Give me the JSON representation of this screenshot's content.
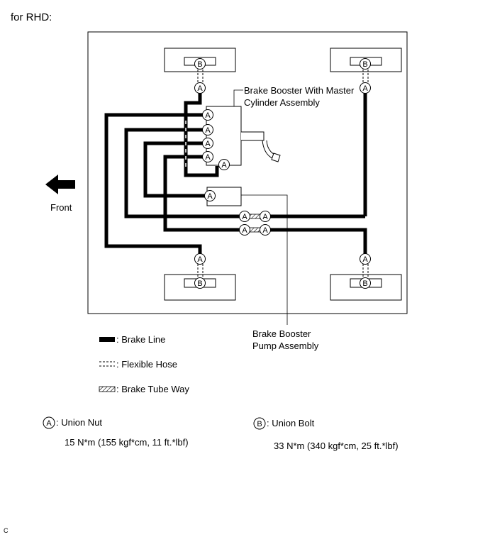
{
  "heading": "for RHD:",
  "direction": {
    "label": "Front"
  },
  "callouts": {
    "booster_line1": "Brake Booster With Master",
    "booster_line2": "Cylinder Assembly",
    "pump_line1": "Brake Booster",
    "pump_line2": "Pump Assembly"
  },
  "markers": {
    "union_nut": "A",
    "union_bolt": "B"
  },
  "legend": {
    "brake_line": ": Brake Line",
    "flexible_hose": ": Flexible Hose",
    "brake_tube_way": ": Brake Tube Way"
  },
  "torque": {
    "union_nut_label": ": Union Nut",
    "union_nut_value": "15 N*m (155 kgf*cm, 11 ft.*lbf)",
    "union_bolt_label": ": Union Bolt",
    "union_bolt_value": "33 N*m (340 kgf*cm, 25 ft.*lbf)"
  },
  "footer_code": "C"
}
